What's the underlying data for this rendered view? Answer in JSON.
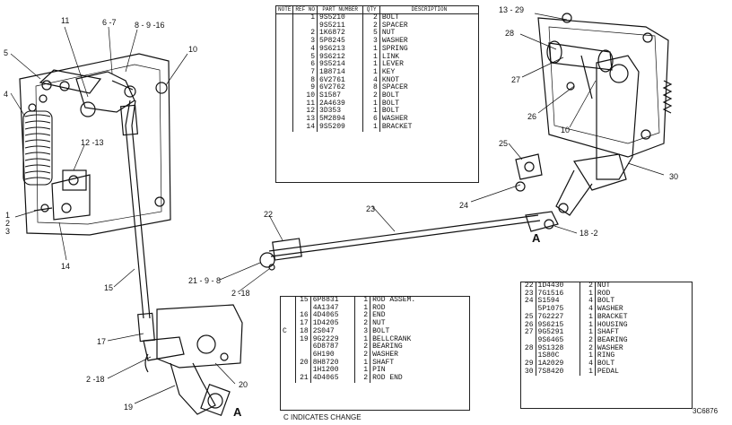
{
  "table_headers": {
    "note": "NOTE",
    "ref_no": "REF NO",
    "part_number": "PART NUMBER",
    "qty": "QTY",
    "description": "DESCRIPTION"
  },
  "table_top": [
    {
      "note": "",
      "ref": "1",
      "pn": "9S5210",
      "qty": "2",
      "desc": "BOLT"
    },
    {
      "note": "",
      "ref": "",
      "pn": "9S5211",
      "qty": "2",
      "desc": "SPACER"
    },
    {
      "note": "",
      "ref": "2",
      "pn": "1K6872",
      "qty": "5",
      "desc": "NUT"
    },
    {
      "note": "",
      "ref": "3",
      "pn": "5P8245",
      "qty": "3",
      "desc": "WASHER"
    },
    {
      "note": "",
      "ref": "4",
      "pn": "9S6213",
      "qty": "1",
      "desc": "SPRING"
    },
    {
      "note": "",
      "ref": "5",
      "pn": "9S6212",
      "qty": "1",
      "desc": "LINK"
    },
    {
      "note": "",
      "ref": "6",
      "pn": "9S5214",
      "qty": "1",
      "desc": "LEVER"
    },
    {
      "note": "",
      "ref": "7",
      "pn": "1B8714",
      "qty": "1",
      "desc": "KEY"
    },
    {
      "note": "",
      "ref": "8",
      "pn": "6V2761",
      "qty": "4",
      "desc": "KNOT"
    },
    {
      "note": "",
      "ref": "9",
      "pn": "6V2762",
      "qty": "8",
      "desc": "SPACER"
    },
    {
      "note": "",
      "ref": "10",
      "pn": "S1587",
      "qty": "2",
      "desc": "BOLT"
    },
    {
      "note": "",
      "ref": "11",
      "pn": "2A4639",
      "qty": "1",
      "desc": "BOLT"
    },
    {
      "note": "",
      "ref": "12",
      "pn": "3D353",
      "qty": "1",
      "desc": "BOLT"
    },
    {
      "note": "",
      "ref": "13",
      "pn": "5M2894",
      "qty": "6",
      "desc": "WASHER"
    },
    {
      "note": "",
      "ref": "14",
      "pn": "9S5209",
      "qty": "1",
      "desc": "BRACKET"
    }
  ],
  "table_mid": [
    {
      "note": "",
      "ref": "15",
      "pn": "6P8831",
      "qty": "1",
      "desc": "ROD ASSEM."
    },
    {
      "note": "",
      "ref": "",
      "pn": "4A1347",
      "qty": "1",
      "desc": "ROD"
    },
    {
      "note": "",
      "ref": "16",
      "pn": "4D4065",
      "qty": "2",
      "desc": "END"
    },
    {
      "note": "",
      "ref": "17",
      "pn": "1D4205",
      "qty": "2",
      "desc": "NUT"
    },
    {
      "note": "C",
      "ref": "18",
      "pn": "2S047",
      "qty": "3",
      "desc": "BOLT"
    },
    {
      "note": "",
      "ref": "19",
      "pn": "9G2229",
      "qty": "1",
      "desc": "BELLCRANK"
    },
    {
      "note": "",
      "ref": "",
      "pn": "6D8787",
      "qty": "2",
      "desc": "BEARING"
    },
    {
      "note": "",
      "ref": "",
      "pn": "6H190",
      "qty": "2",
      "desc": "WASHER"
    },
    {
      "note": "",
      "ref": "20",
      "pn": "8H8720",
      "qty": "1",
      "desc": "SHAFT"
    },
    {
      "note": "",
      "ref": "",
      "pn": "1H1200",
      "qty": "1",
      "desc": "PIN"
    },
    {
      "note": "",
      "ref": "21",
      "pn": "4D4065",
      "qty": "2",
      "desc": "ROD END"
    }
  ],
  "table_right": [
    {
      "ref": "22",
      "pn": "1D4430",
      "qty": "2",
      "desc": "NUT"
    },
    {
      "ref": "23",
      "pn": "7G1516",
      "qty": "1",
      "desc": "ROD"
    },
    {
      "ref": "24",
      "pn": "S1594",
      "qty": "4",
      "desc": "BOLT"
    },
    {
      "ref": "",
      "pn": "5P1075",
      "qty": "4",
      "desc": "WASHER"
    },
    {
      "ref": "25",
      "pn": "7G2227",
      "qty": "1",
      "desc": "BRACKET"
    },
    {
      "ref": "26",
      "pn": "9S6215",
      "qty": "1",
      "desc": "HOUSING"
    },
    {
      "ref": "27",
      "pn": "9G5291",
      "qty": "1",
      "desc": "SHAFT"
    },
    {
      "ref": "",
      "pn": "9S6465",
      "qty": "2",
      "desc": "BEARING"
    },
    {
      "ref": "28",
      "pn": "9S1328",
      "qty": "2",
      "desc": "WASHER"
    },
    {
      "ref": "",
      "pn": "1S80C",
      "qty": "1",
      "desc": "RING"
    },
    {
      "ref": "29",
      "pn": "1A2029",
      "qty": "4",
      "desc": "BOLT"
    },
    {
      "ref": "30",
      "pn": "7S8420",
      "qty": "1",
      "desc": "PEDAL"
    }
  ],
  "callouts": {
    "c11": "11",
    "c67": "6 -7",
    "c8916": "8 - 9 -16",
    "c5": "5",
    "c10": "10",
    "c4": "4",
    "c1213": "12 -13",
    "c123": "1\n2\n3",
    "c14": "14",
    "c15": "15",
    "c17": "17",
    "c218a": "2 -18",
    "c19": "19",
    "c20": "20",
    "c_A1": "A",
    "c1329": "13 - 29",
    "c28": "28",
    "c27": "27",
    "c26": "26",
    "c10b": "10",
    "c25": "25",
    "c30": "30",
    "c24": "24",
    "c182": "18 -2",
    "c_A2": "A",
    "c23": "23",
    "c22": "22",
    "c2198": "21 - 9 - 8",
    "c218b": "2 -18"
  },
  "footer_note": "C   INDICATES CHANGE",
  "drawing_number": "3C6876"
}
